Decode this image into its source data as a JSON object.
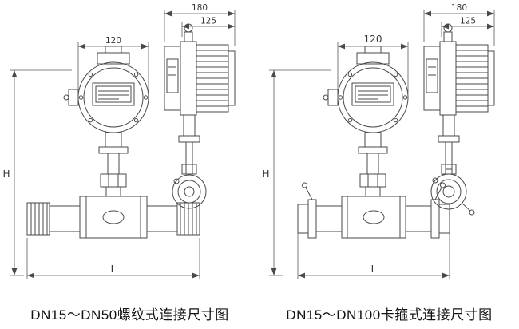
{
  "page": {
    "background": "#ffffff",
    "line_color": "#4a4a4a",
    "text_color": "#333333"
  },
  "left_panel": {
    "caption": "DN15～DN50螺纹式连接尺寸图",
    "dims": {
      "head_width": "120",
      "side_width": "180",
      "side_width_inner": "125",
      "height": "H",
      "length": "L"
    }
  },
  "right_panel": {
    "caption": "DN15～DN100卡箍式连接尺寸图",
    "dims": {
      "head_width": "120",
      "side_width": "180",
      "side_width_inner": "125",
      "height": "H",
      "length": "L"
    }
  }
}
